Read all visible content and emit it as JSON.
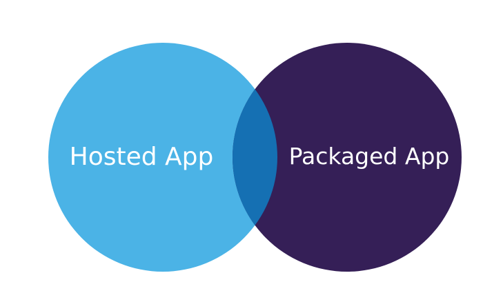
{
  "diagram": {
    "type": "venn",
    "sets": [
      {
        "label": "Hosted App",
        "color": "#4bb3e6"
      },
      {
        "label": "Packaged App",
        "color": "#351f57"
      }
    ],
    "overlap_color": "#1570b3"
  }
}
